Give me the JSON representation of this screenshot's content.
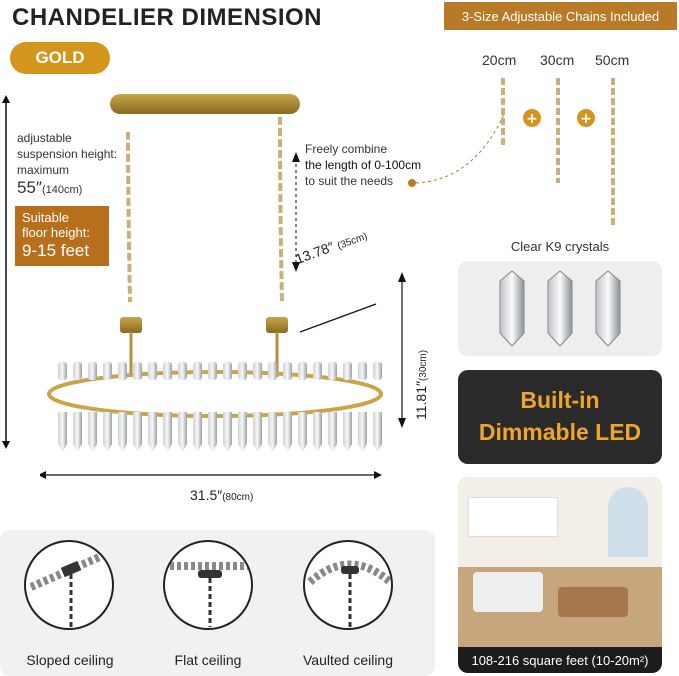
{
  "title": "CHANDELIER DIMENSION",
  "finish_badge": "GOLD",
  "chains": {
    "banner": "3-Size Adjustable Chains Included",
    "sizes": [
      "20cm",
      "30cm",
      "50cm"
    ],
    "combine_line1": "Freely combine",
    "combine_line2": "the length of 0-100cm",
    "combine_line3": "to suit the needs"
  },
  "suspension": {
    "line1": "adjustable",
    "line2": "suspension height:",
    "line3": "maximum",
    "value": "55″",
    "value_cm": "(140cm)"
  },
  "floor_height": {
    "label1": "Suitable",
    "label2": "floor height:",
    "value": "9-15 feet"
  },
  "dimensions": {
    "depth": "13.78″",
    "depth_cm": "(35cm)",
    "height": "11.81″",
    "height_cm": "(30cm)",
    "width": "31.5″",
    "width_cm": "(80cm)"
  },
  "crystals_label": "Clear K9 crystals",
  "led": {
    "line1": "Built-in",
    "line2": "Dimmable LED"
  },
  "room_caption": "108-216 square feet (10-20m²)",
  "ceilings": [
    "Sloped ceiling",
    "Flat ceiling",
    "Vaulted ceiling"
  ],
  "colors": {
    "gold": "#d4951c",
    "brown": "#b87a26",
    "led_text": "#f0a528",
    "dark": "#2a2a2a"
  }
}
